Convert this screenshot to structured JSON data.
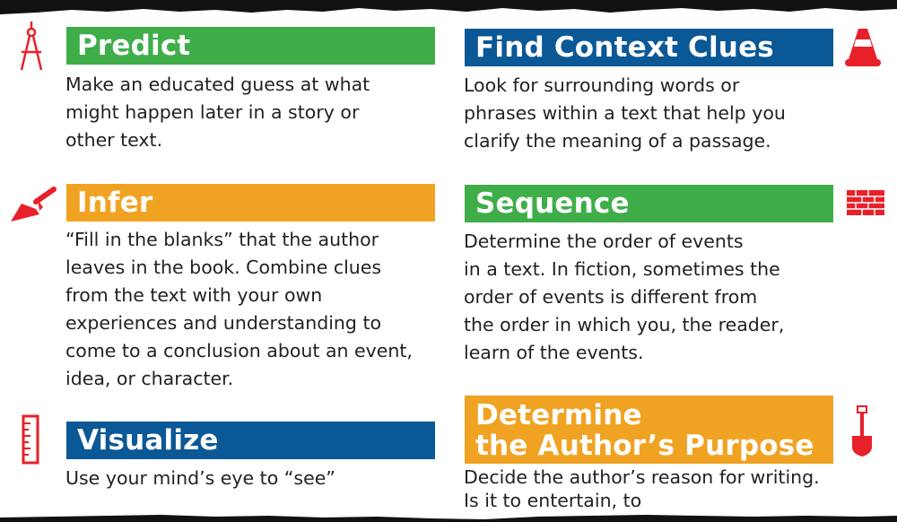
{
  "colors": {
    "green": "#3fae49",
    "orange": "#f0a323",
    "blue": "#0b5896",
    "icon_red": "#e8202a"
  },
  "left": [
    {
      "title": "Predict",
      "icon": "compass-icon",
      "lines": [
        "Make an educated guess at what",
        "might happen later in a story or",
        "other text."
      ]
    },
    {
      "title": "Infer",
      "icon": "trowel-icon",
      "lines": [
        "“Fill in the blanks” that the author",
        "leaves in the book. Combine clues",
        "from the text with your own",
        "experiences and understanding to",
        "come to a conclusion about an event,",
        "idea, or character."
      ]
    },
    {
      "title": "Visualize",
      "icon": "ruler-icon",
      "lines": [
        "Use your mind’s eye to “see”"
      ]
    }
  ],
  "right": [
    {
      "title": "Find Context Clues",
      "icon": "traffic-cone-icon",
      "lines": [
        "Look for surrounding words or",
        "phrases within a text that help you",
        "clarify the meaning of a passage."
      ]
    },
    {
      "title": "Sequence",
      "icon": "brick-wall-icon",
      "lines": [
        "Determine the order of events",
        "in a text. In fiction, sometimes the",
        "order of events is different from",
        "the order in which you, the reader,",
        "learn of the events."
      ]
    },
    {
      "title_lines": [
        "Determine",
        "the Author’s Purpose"
      ],
      "icon": "shovel-icon",
      "lines": [
        "Decide the author’s reason for writing.",
        "Is it to entertain, to"
      ]
    }
  ]
}
